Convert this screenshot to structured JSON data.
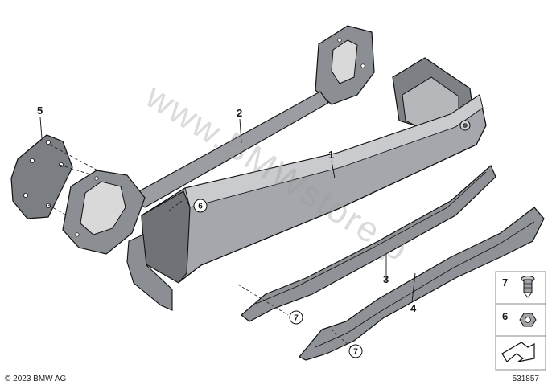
{
  "callouts": {
    "c1": "1",
    "c2": "2",
    "c3": "3",
    "c4": "4",
    "c5": "5",
    "c6": "6",
    "c7a": "7",
    "c7b": "7"
  },
  "legend": {
    "item_7": "7",
    "item_6": "6"
  },
  "watermark": "www.BMWstore.p",
  "footer": {
    "copyright": "© 2023 BMW AG",
    "diagram_number": "531857"
  }
}
